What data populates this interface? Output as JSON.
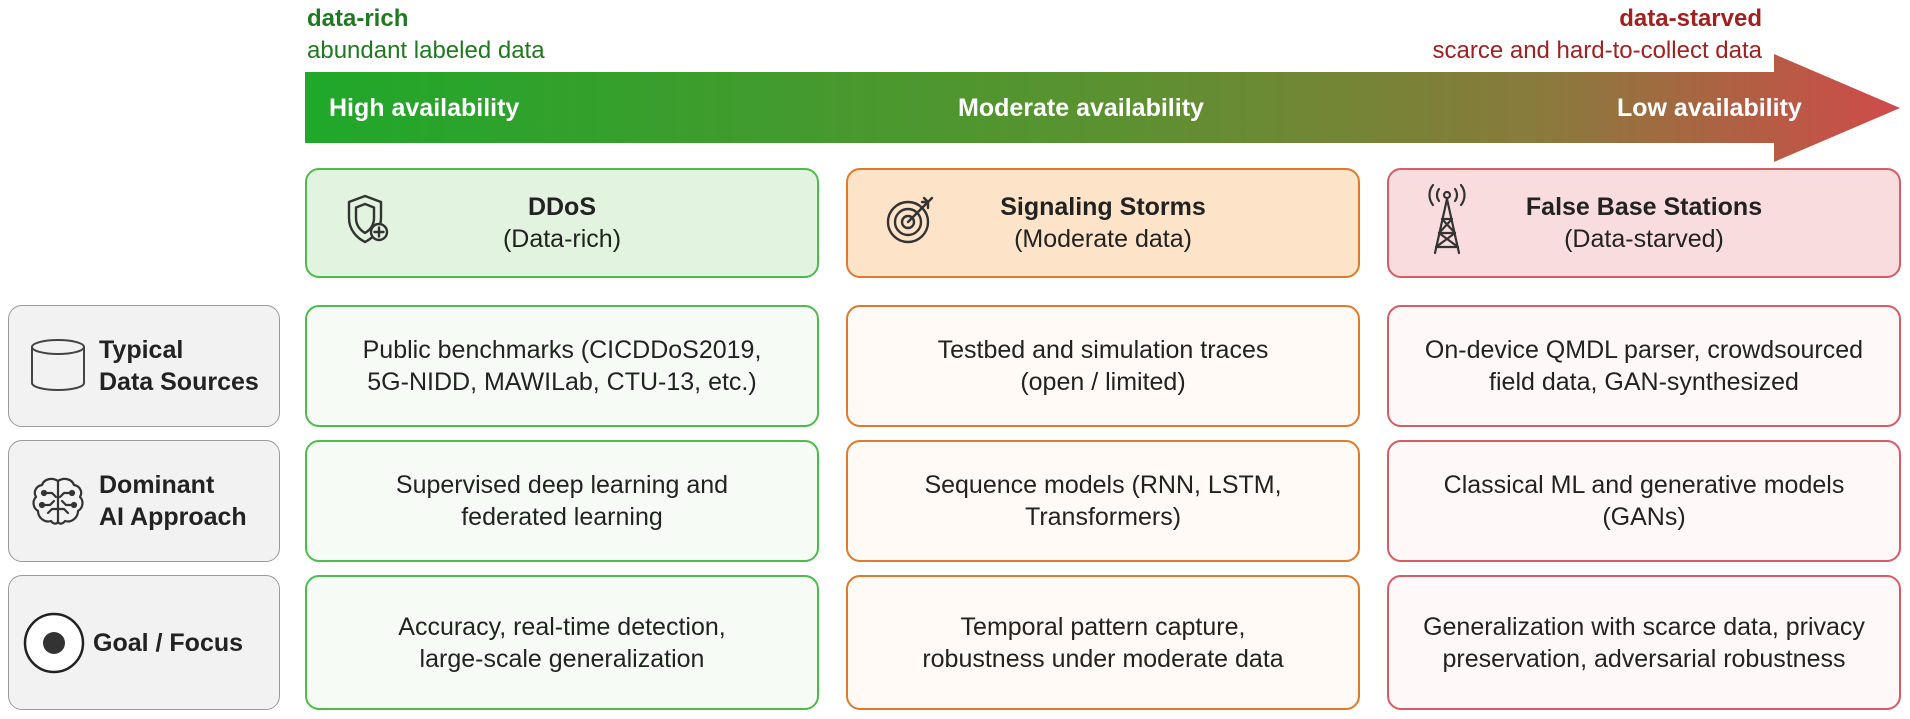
{
  "scale": {
    "left_title": "data-rich",
    "left_subtitle": "abundant labeled data",
    "right_title": "data-starved",
    "right_subtitle": "scarce and hard-to-collect data",
    "arrow_labels": [
      "High availability",
      "Moderate availability",
      "Low availability"
    ],
    "gradient_colors": [
      "#1fa82a",
      "#8a7a3c",
      "#d04a4a"
    ]
  },
  "columns": [
    {
      "title": "DDoS",
      "subtitle": "(Data-rich)",
      "icon": "shield-plus-icon",
      "border": "#4cbc4c",
      "fill": "#e2f3df"
    },
    {
      "title": "Signaling Storms",
      "subtitle": "(Moderate data)",
      "icon": "target-icon",
      "border": "#e07a2a",
      "fill": "#fde4c9"
    },
    {
      "title": "False Base Stations",
      "subtitle": "(Data-starved)",
      "icon": "cell-tower-icon",
      "border": "#d95b63",
      "fill": "#f9dcdd"
    }
  ],
  "rows": [
    {
      "label_line1": "Typical",
      "label_line2": "Data Sources",
      "icon": "database-icon",
      "cells": [
        {
          "line1": "Public benchmarks (CICDDoS2019,",
          "line2": "5G-NIDD, MAWILab, CTU-13, etc.)"
        },
        {
          "line1": "Testbed and simulation traces",
          "line2": "(open / limited)"
        },
        {
          "line1": "On-device QMDL parser, crowdsourced",
          "line2": "field data, GAN-synthesized"
        }
      ]
    },
    {
      "label_line1": "Dominant",
      "label_line2": "AI Approach",
      "icon": "brain-circuit-icon",
      "cells": [
        {
          "line1": "Supervised deep learning and",
          "line2": "federated learning"
        },
        {
          "line1": "Sequence models (RNN, LSTM,",
          "line2": "Transformers)"
        },
        {
          "line1": "Classical ML and generative models",
          "line2": "(GANs)"
        }
      ]
    },
    {
      "label_line1": "Goal / Focus",
      "label_line2": "",
      "icon": "target-dot-icon",
      "cells": [
        {
          "line1": "Accuracy, real-time detection,",
          "line2": "large-scale generalization"
        },
        {
          "line1": "Temporal pattern capture,",
          "line2": "robustness under moderate data"
        },
        {
          "line1": "Generalization with scarce data, privacy",
          "line2": "preservation, adversarial robustness"
        }
      ]
    }
  ]
}
